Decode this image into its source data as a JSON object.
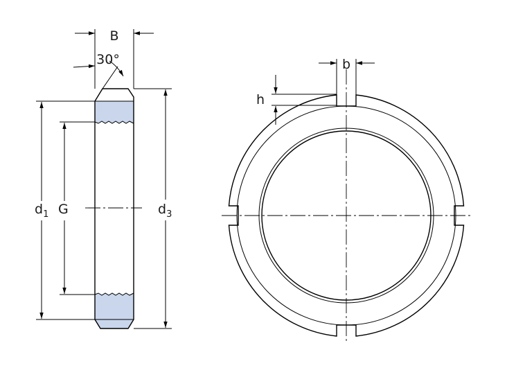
{
  "colors": {
    "line": "#000000",
    "section_fill": "#c9d6ec",
    "background": "#ffffff"
  },
  "labels": {
    "width_B": "B",
    "angle": "30°",
    "diameter_d": "d",
    "diameter_d_sub": "1",
    "thread_G": "G",
    "diameter_d3": "d",
    "diameter_d3_sub": "3",
    "slot_width_b": "b",
    "slot_depth_h": "h"
  }
}
